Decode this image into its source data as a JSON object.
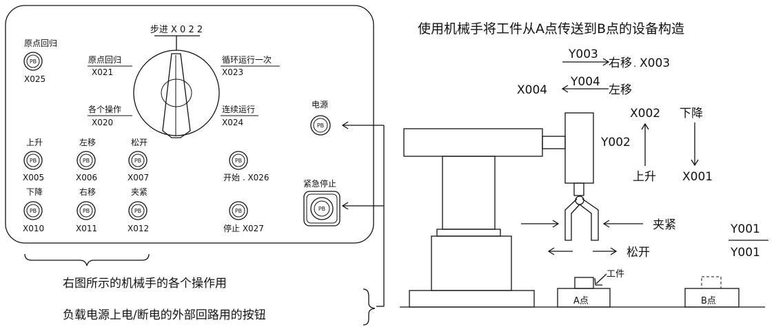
{
  "title": "使用机械手将工件从A点传送到B点的设备构造",
  "panel": {
    "selector": {
      "top": "步进 X 0 2 2",
      "left_top": [
        "原点回归",
        "X021"
      ],
      "left_bottom": [
        "各个操作",
        "X020"
      ],
      "right_top": [
        "循环运行一次",
        "X023"
      ],
      "right_bottom": [
        "连续运行",
        "X024"
      ]
    },
    "pb_label": "PB",
    "buttons": [
      {
        "top": "原点回归",
        "bottom": "X025"
      },
      {
        "top": "上升",
        "bottom": "X005"
      },
      {
        "top": "左移",
        "bottom": "X006"
      },
      {
        "top": "松开",
        "bottom": "X007"
      },
      {
        "top": "下降",
        "bottom": "X010"
      },
      {
        "top": "右移",
        "bottom": "X011"
      },
      {
        "top": "夹紧",
        "bottom": "X012"
      },
      {
        "top": "",
        "bottom": "开始 . X026"
      },
      {
        "top": "",
        "bottom": "停止   X027"
      }
    ],
    "power": {
      "label": "电源"
    },
    "estop": {
      "label": "紧急停止"
    }
  },
  "notes": {
    "line1": "右图所示的机械手的各个操作用",
    "line2": "负载电源上电/断电的外部回路用的按钮"
  },
  "machine": {
    "right_move": {
      "coil": "Y003",
      "label": "右移",
      "input": "X003",
      "dot": "."
    },
    "left_move": {
      "coil": "Y004",
      "label": "左移",
      "input": "X004"
    },
    "down": {
      "input": "X002",
      "label": "下降"
    },
    "up": {
      "label": "上升",
      "input": "X001"
    },
    "vertical_coil": "Y002",
    "clamp_label": "夹紧",
    "release_label": "松开",
    "clamp_coil": "Y001",
    "clamp_coil_bar": "Y001",
    "workpiece": "工件",
    "point_a": "A点",
    "point_b": "B点"
  }
}
